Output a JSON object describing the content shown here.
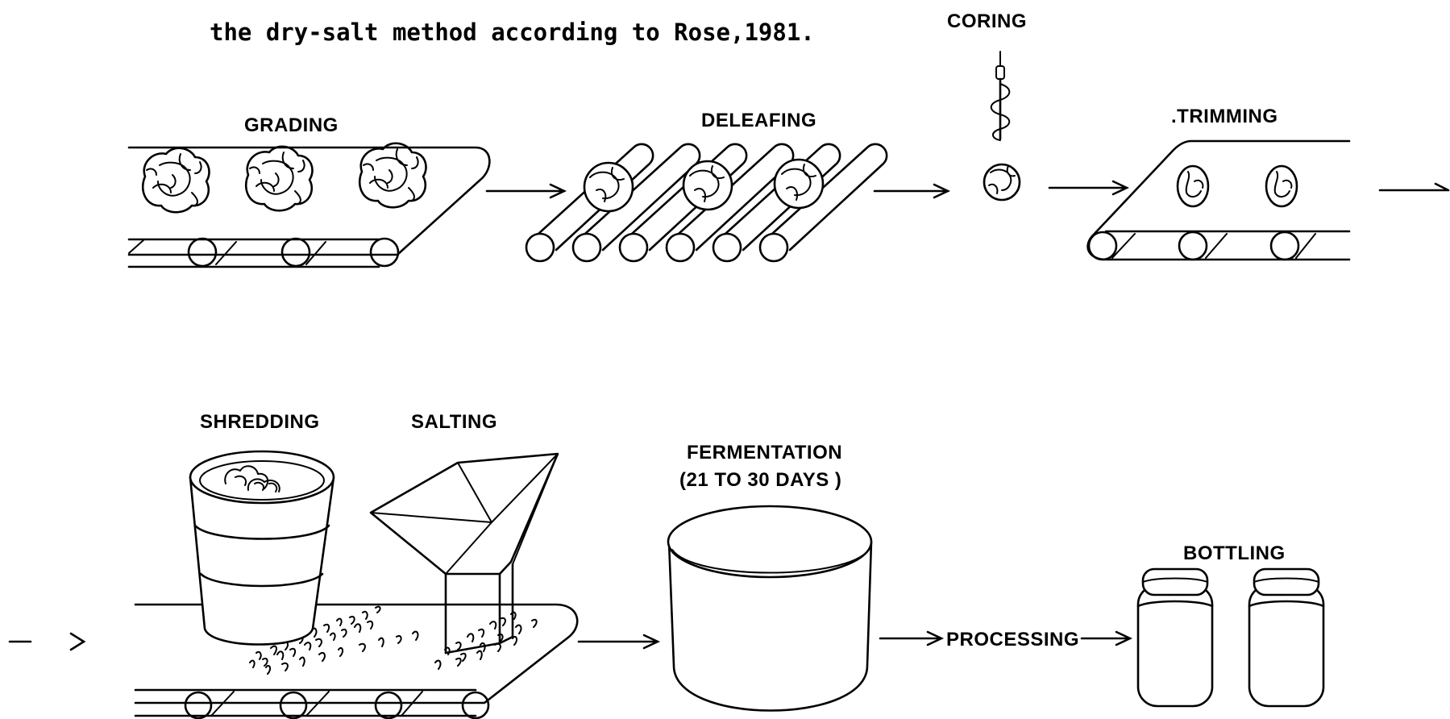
{
  "caption": "the dry-salt method according to Rose,1981.",
  "steps": {
    "grading": "GRADING",
    "deleafing": "DELEAFING",
    "coring": "CORING",
    "trimming": ".TRIMMING",
    "shredding": "SHREDDING",
    "salting": "SALTING",
    "fermentation_line1": "FERMENTATION",
    "fermentation_line2": "(21  TO  30 DAYS )",
    "processing": "PROCESSING",
    "bottling": "BOTTLING"
  },
  "colors": {
    "ink": "#000000",
    "background": "#ffffff"
  }
}
